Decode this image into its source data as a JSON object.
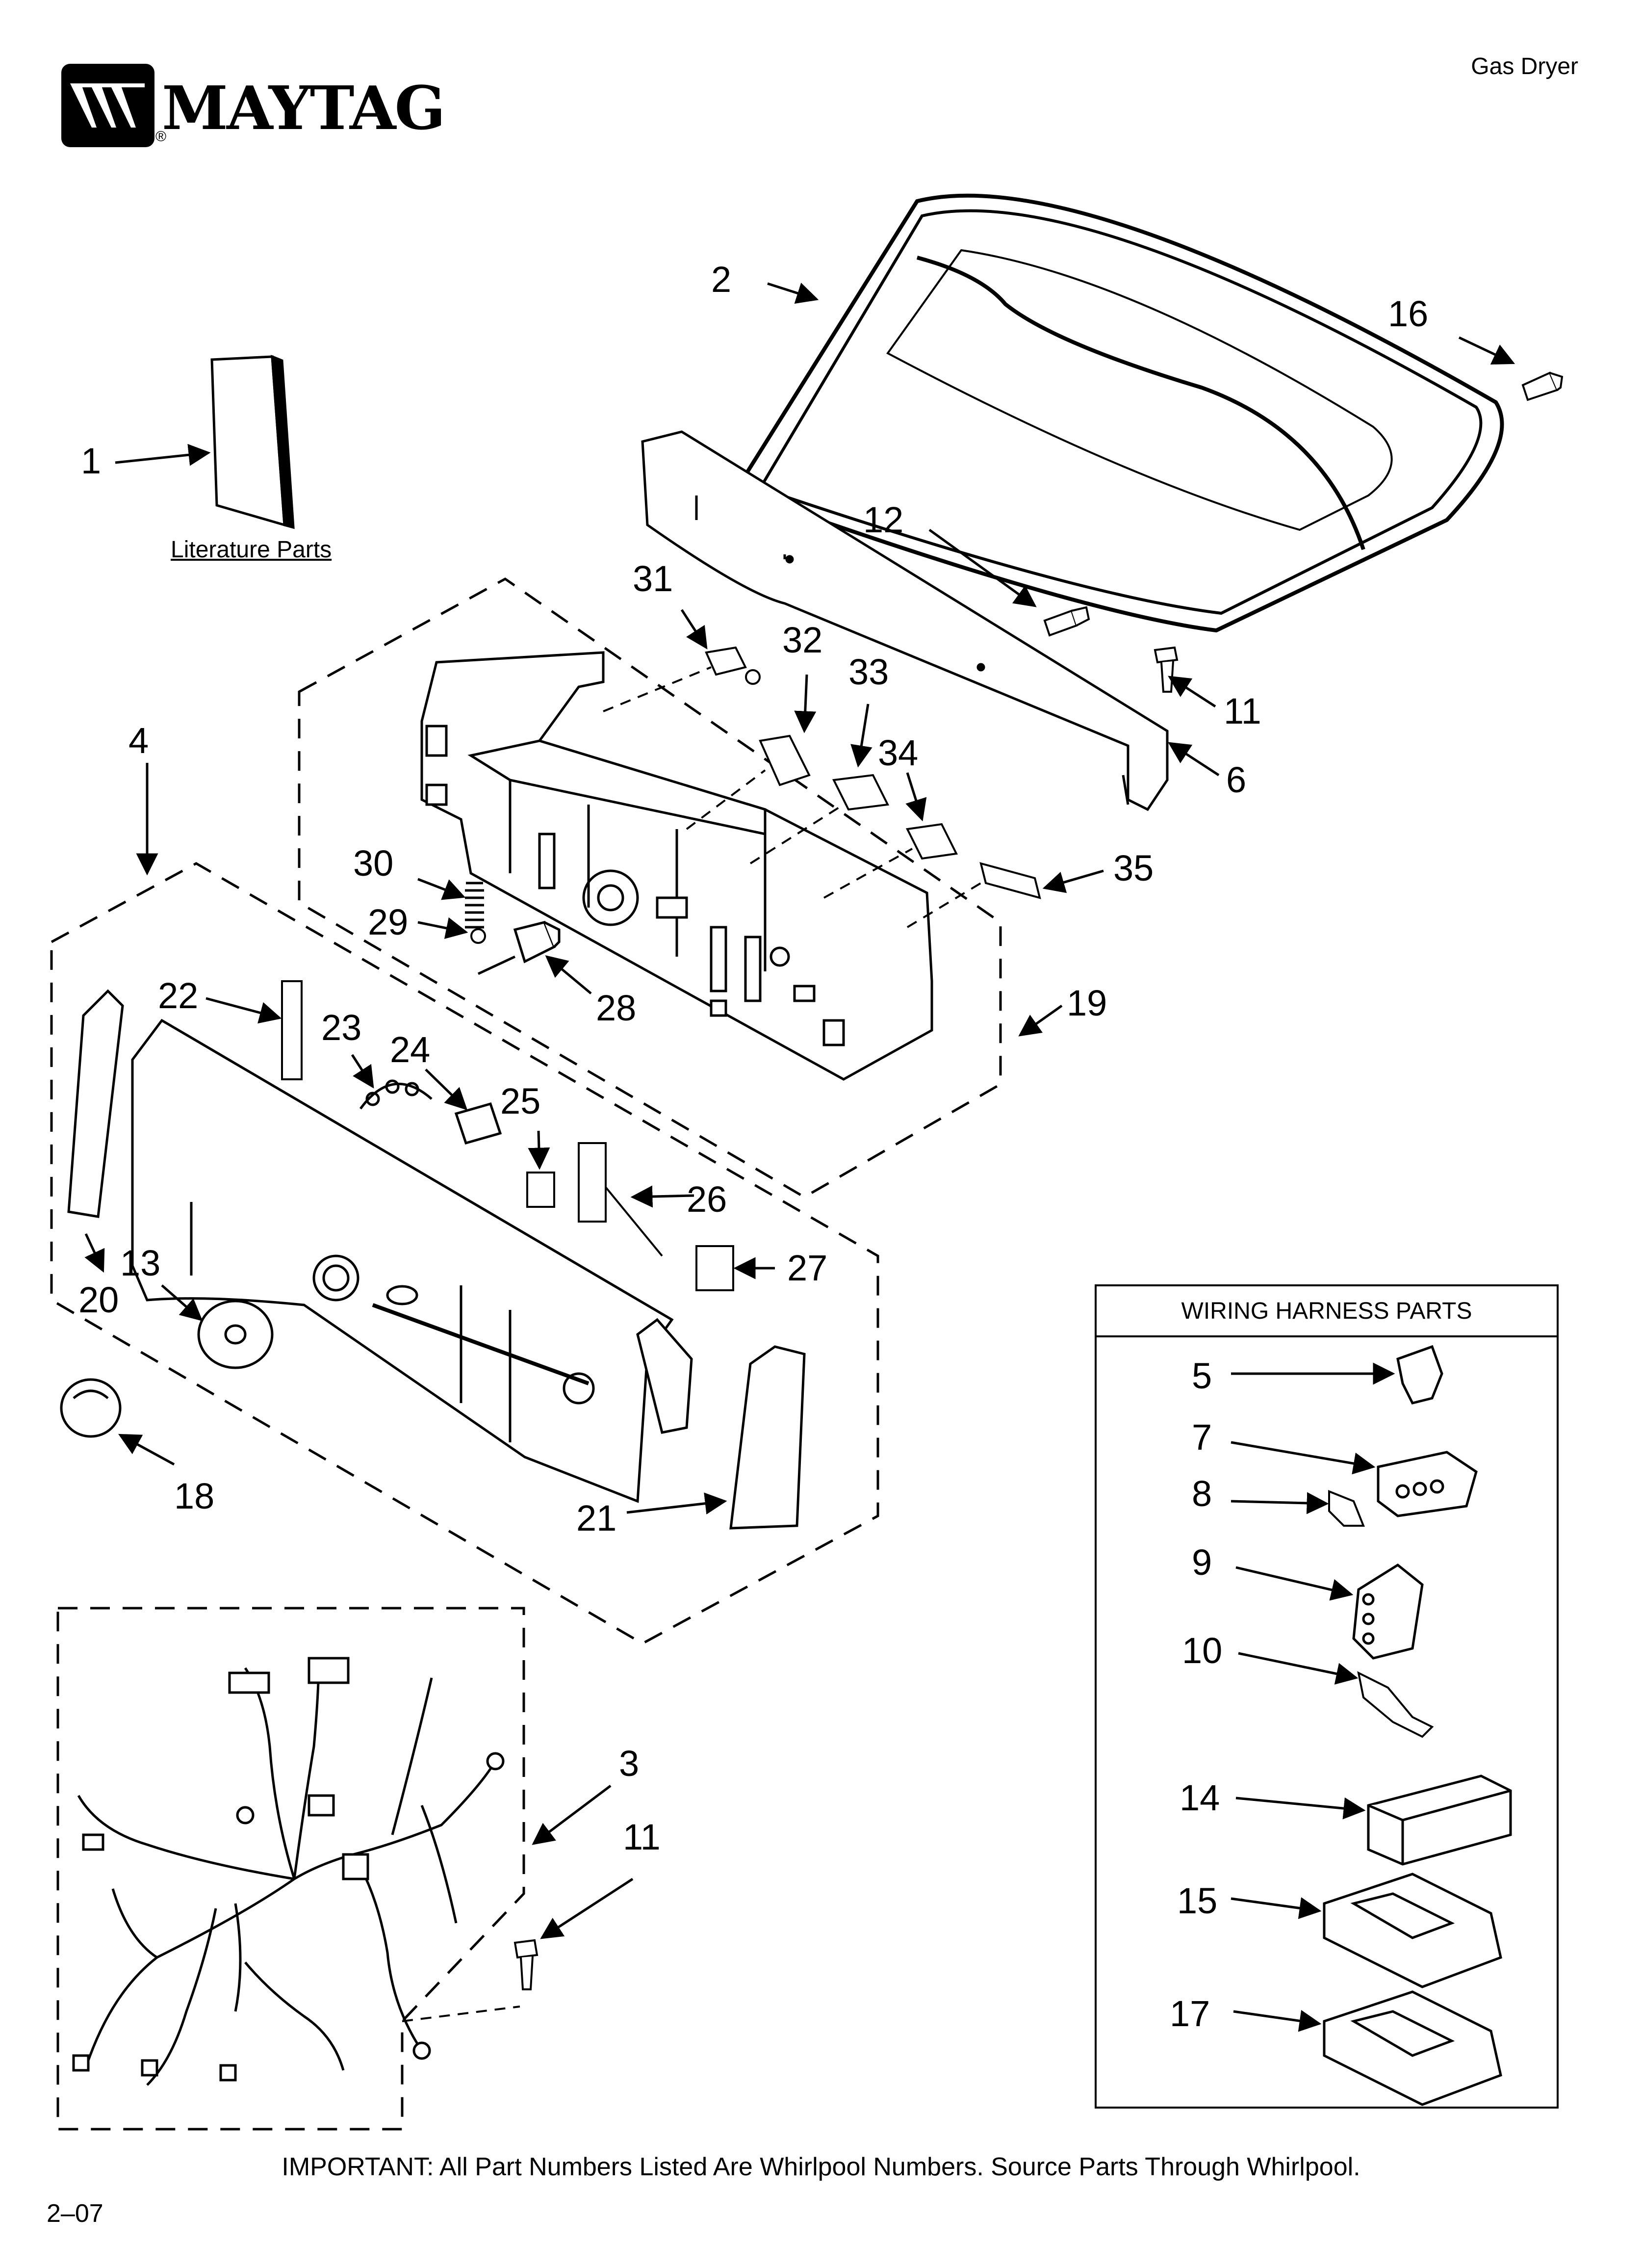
{
  "header": {
    "brand": "MAYTAG",
    "registered_mark": "®",
    "product": "Gas Dryer"
  },
  "literature_label": "Literature Parts",
  "wiring_box_title": "WIRING HARNESS PARTS",
  "footer_note": "IMPORTANT: All Part Numbers Listed Are Whirlpool Numbers. Source Parts Through Whirlpool.",
  "page_number": "2–07",
  "callouts": [
    "1",
    "2",
    "3",
    "4",
    "5",
    "6",
    "7",
    "8",
    "9",
    "10",
    "11",
    "11",
    "12",
    "13",
    "14",
    "15",
    "16",
    "17",
    "18",
    "19",
    "20",
    "21",
    "22",
    "23",
    "24",
    "25",
    "26",
    "27",
    "28",
    "29",
    "30",
    "31",
    "32",
    "33",
    "34",
    "35"
  ]
}
